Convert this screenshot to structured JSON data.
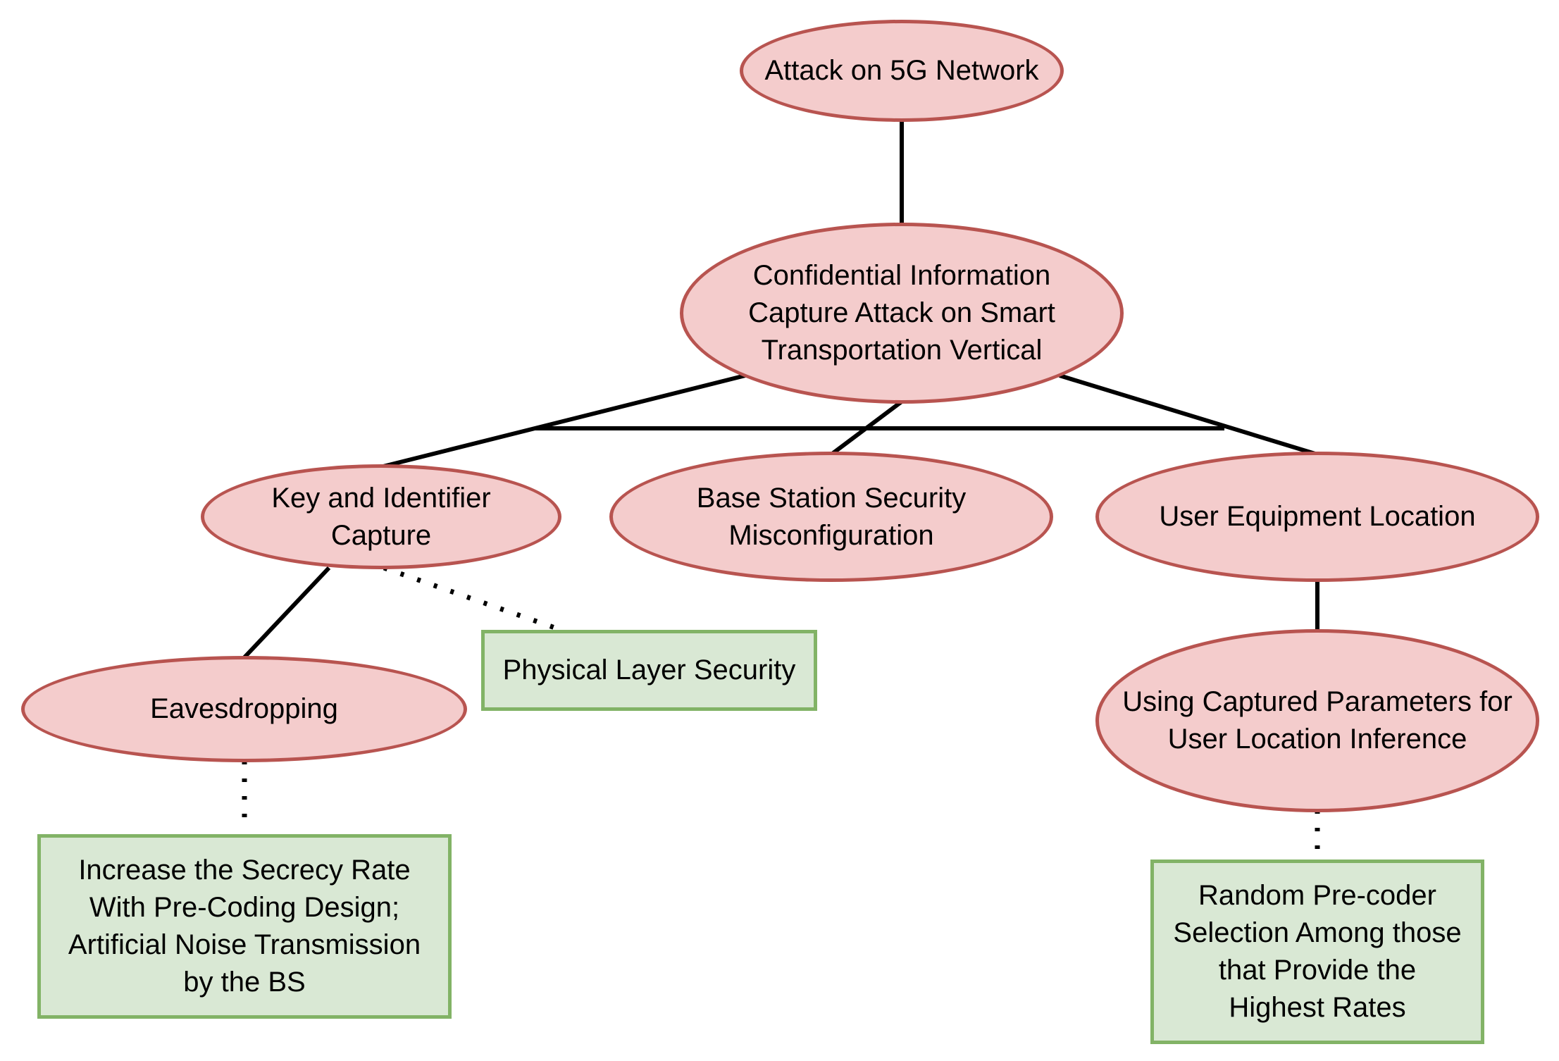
{
  "nodes": {
    "root": "Attack on 5G Network",
    "cic": "Confidential Information\nCapture Attack on Smart\nTransportation Vertical",
    "kic": "Key and Identifier\nCapture",
    "bss": "Base Station Security\nMisconfiguration",
    "uel": "User Equipment Location",
    "eav": "Eavesdropping",
    "pls": "Physical Layer Security",
    "ucp": "Using Captured Parameters for\nUser Location Inference",
    "isr": "Increase the Secrecy Rate\nWith Pre-Coding Design;\nArtificial Noise Transmission\nby the BS",
    "rps": "Random Pre-coder\nSelection Among those\nthat Provide the\nHighest Rates"
  },
  "colors": {
    "attack_fill": "#f4cccc",
    "attack_stroke": "#b85450",
    "defense_fill": "#d9e8d4",
    "defense_stroke": "#82b366",
    "edge": "#000000"
  }
}
